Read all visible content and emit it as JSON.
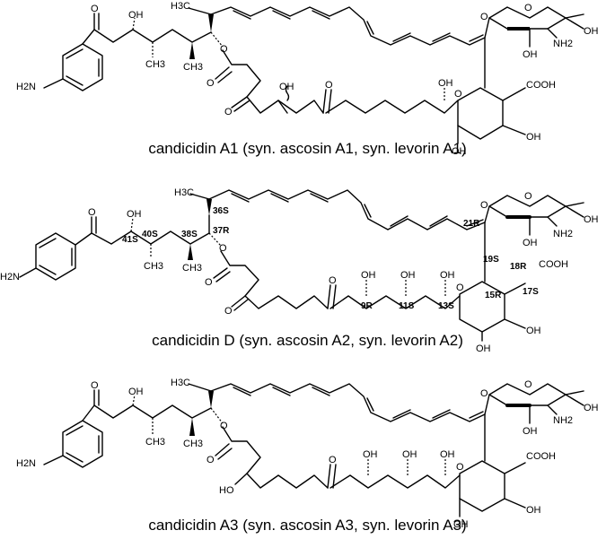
{
  "panels": [
    {
      "caption": "candicidin A1 (syn. ascosin A1, syn. levorin A1)",
      "atoms": {
        "ketone_o": "O",
        "oh_top": "OH",
        "h3c_top": "H3C",
        "ch3_mid": "CH3",
        "ch3_side": "CH3",
        "h2n": "H2N",
        "ester_o": "O",
        "ester_co": "O",
        "ketone_ring1": "O",
        "ketone_ring2": "O",
        "oh_ring": "OH",
        "oh_c15": "OH",
        "oh_c17": "OH",
        "ring_o": "O",
        "cooh": "COOH",
        "sugar_o": "O",
        "sugar_link_o": "O",
        "nh2": "NH2",
        "oh_sugar1": "OH",
        "oh_sugar2": "OH",
        "oh_c13": "OH"
      },
      "stereo_labels": []
    },
    {
      "caption": "candicidin D (syn. ascosin A2, syn. levorin A2)",
      "atoms": {
        "ketone_o": "O",
        "oh_top": "OH",
        "h3c_top": "H3C",
        "ch3_mid": "CH3",
        "ch3_side": "CH3",
        "h2n": "H2N",
        "ester_o": "O",
        "ester_co": "O",
        "ketone_ring1": "O",
        "ketone_ring2": "O",
        "oh_9": "OH",
        "oh_11": "OH",
        "oh_13": "OH",
        "oh_c15": "OH",
        "oh_c17": "OH",
        "ring_o": "O",
        "cooh": "COOH",
        "sugar_o": "O",
        "sugar_link_o": "O",
        "nh2": "NH2",
        "oh_sugar1": "OH",
        "oh_sugar2": "OH"
      },
      "stereo_labels": [
        "36S",
        "37R",
        "41S",
        "40S",
        "38S",
        "21R",
        "19S",
        "18R",
        "17S",
        "15R",
        "9R",
        "11S",
        "13S"
      ]
    },
    {
      "caption": "candicidin A3 (syn. ascosin A3, syn. levorin A3)",
      "atoms": {
        "ketone_o": "O",
        "oh_top": "OH",
        "h3c_top": "H3C",
        "ch3_mid": "CH3",
        "ch3_side": "CH3",
        "h2n": "H2N",
        "ester_o": "O",
        "ester_co": "O",
        "ho_ring": "HO",
        "ketone_ring": "O",
        "oh_9": "OH",
        "oh_11": "OH",
        "oh_13": "OH",
        "oh_c15": "OH",
        "oh_c17": "OH",
        "ring_o": "O",
        "cooh": "COOH",
        "sugar_o": "O",
        "sugar_link_o": "O",
        "nh2": "NH2",
        "oh_sugar1": "OH",
        "oh_sugar2": "OH"
      },
      "stereo_labels": []
    }
  ]
}
